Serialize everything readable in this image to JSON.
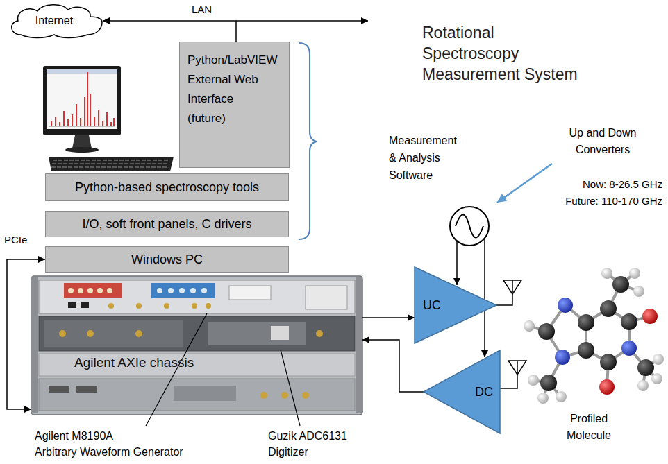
{
  "diagram": {
    "title": "Rotational Spectroscopy Measurement System",
    "nodes": [
      {
        "text": [
          "Internet"
        ]
      },
      {
        "text": [
          "Python/LabVIEW External Web Interface (future)"
        ]
      },
      {
        "text": [
          "Python-based spectroscopy tools"
        ]
      },
      {
        "text": [
          "I/O, soft front panels, C drivers"
        ]
      },
      {
        "text": [
          "Windows PC"
        ]
      },
      {
        "text": [
          "Agilent AXIe chassis"
        ]
      },
      {
        "text": [
          "UC"
        ]
      },
      {
        "text": [
          "DC"
        ]
      }
    ],
    "edges": [
      {
        "from": 1,
        "to": 0,
        "arrow": "to"
      },
      {
        "from": 4,
        "to": 5,
        "arrow": "both"
      },
      {
        "from": 5,
        "to": 6,
        "arrow": "to"
      },
      {
        "from": 7,
        "to": 5,
        "arrow": "to"
      }
    ],
    "labels": [
      "LAN",
      "Measurement & Analysis Software",
      "Up and Down Converters",
      "Now: 8-26.5 GHz",
      "Future: 110-170 GHz",
      "PCIe",
      "Profiled Molecule",
      "Agilent M8190A Arbitrary Waveform Generator",
      "Guzik ADC6131 Digitizer"
    ]
  }
}
